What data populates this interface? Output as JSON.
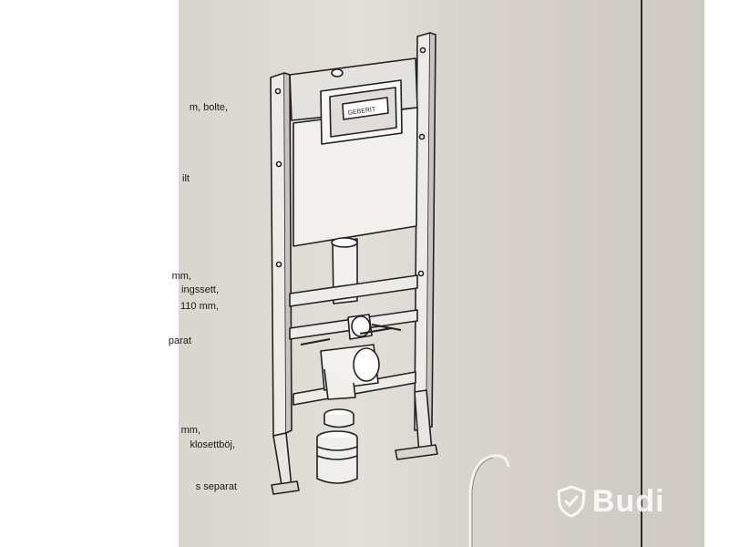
{
  "instruction_text": {
    "lines": [
      "m, bolte,",
      "ilt",
      "mm,",
      "ingssett,",
      "110 mm,",
      "parat",
      "mm,",
      "klosettböj,",
      "s separat"
    ]
  },
  "frame": {
    "brand_label": "GEBERIT"
  },
  "watermark": {
    "text": "Budi",
    "icon": "shield-icon"
  },
  "colors": {
    "cardboard": "#dcd8d2",
    "line": "#222222"
  }
}
